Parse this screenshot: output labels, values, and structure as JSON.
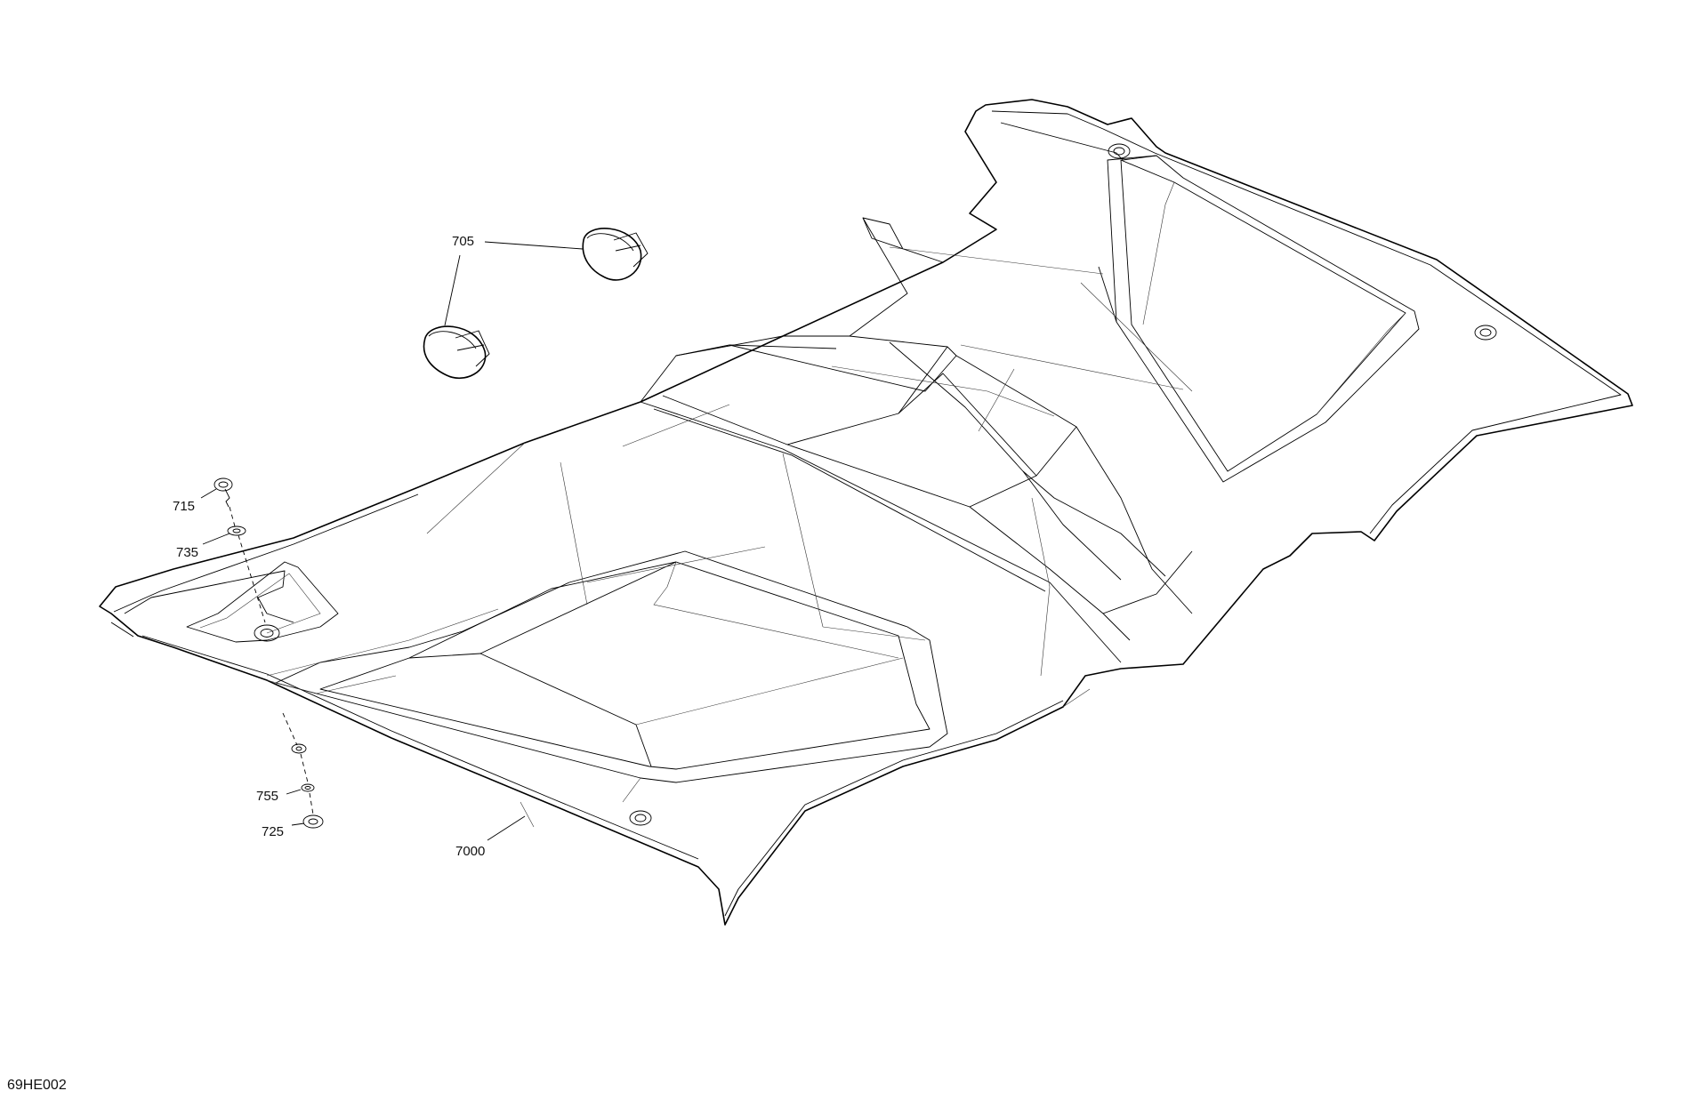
{
  "diagram": {
    "document_code": "69HE002",
    "callouts": [
      {
        "id": "705",
        "label": "705"
      },
      {
        "id": "715",
        "label": "715"
      },
      {
        "id": "735",
        "label": "735"
      },
      {
        "id": "755",
        "label": "755"
      },
      {
        "id": "725",
        "label": "725"
      },
      {
        "id": "7000",
        "label": "7000"
      }
    ]
  }
}
